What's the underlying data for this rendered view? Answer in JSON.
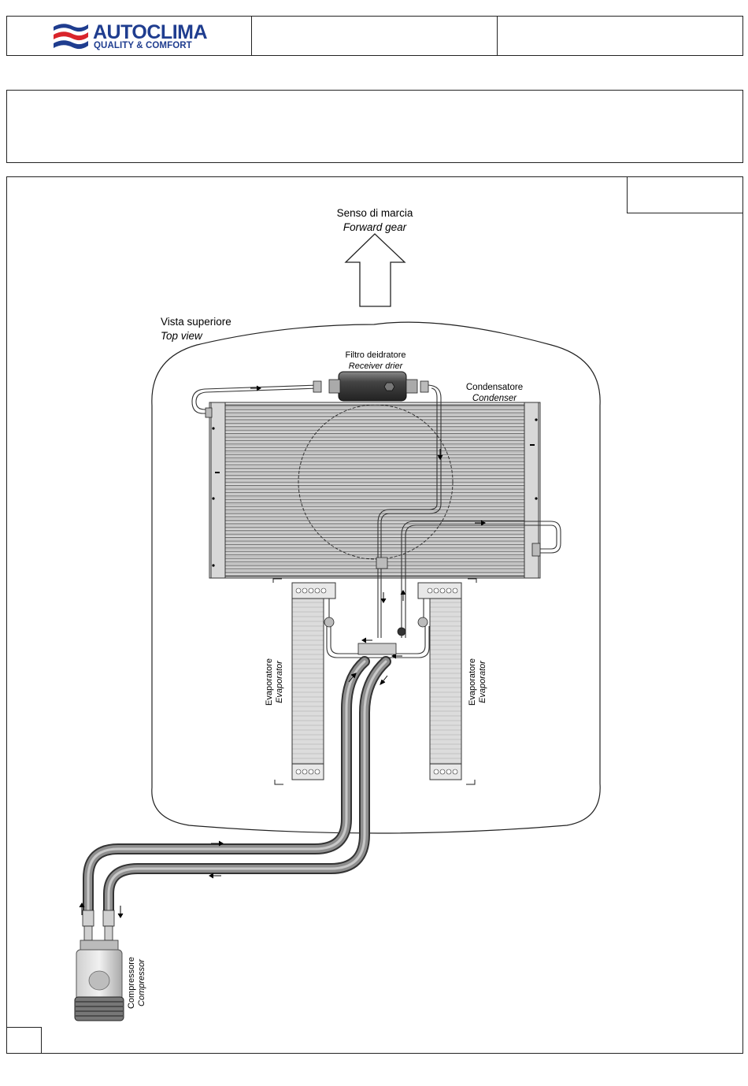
{
  "header": {
    "brand_name": "AUTOCLIMA",
    "brand_tagline": "QUALITY & COMFORT",
    "colors": {
      "brand_blue": "#1f3d8f",
      "brand_red": "#d9242b"
    }
  },
  "diagram": {
    "direction": {
      "it": "Senso di marcia",
      "en": "Forward gear"
    },
    "view": {
      "it": "Vista superiore",
      "en": "Top view"
    },
    "receiver_drier": {
      "it": "Filtro deidratore",
      "en": "Receiver drier"
    },
    "condenser": {
      "it": "Condensatore",
      "en": "Condenser"
    },
    "evaporator_left": {
      "it": "Evaporatore",
      "en": "Evaporator"
    },
    "evaporator_right": {
      "it": "Evaporatore",
      "en": "Evaporator"
    },
    "compressor": {
      "it": "Compressore",
      "en": "Compressor"
    }
  }
}
